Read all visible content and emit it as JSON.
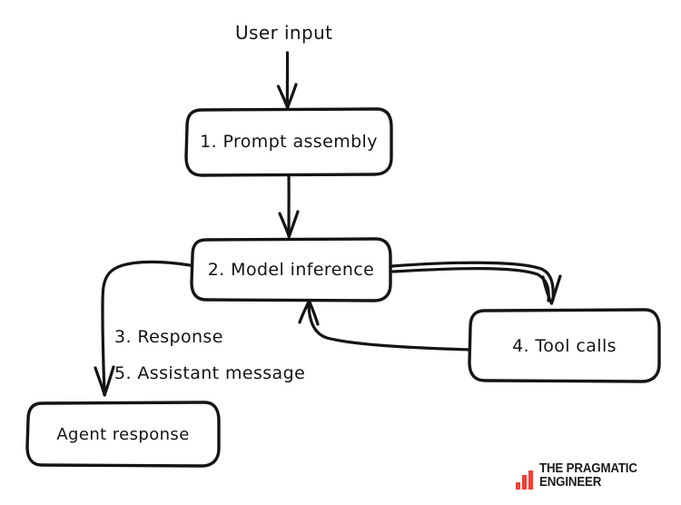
{
  "diagram": {
    "title_text": "User input",
    "background_color": "#ffffff",
    "stroke_color": "#141414",
    "nodes": [
      {
        "id": "prompt-assembly",
        "label": "1. Prompt assembly"
      },
      {
        "id": "model-inference",
        "label": "2. Model inference"
      },
      {
        "id": "tool-calls",
        "label": "4. Tool calls"
      },
      {
        "id": "agent-response",
        "label": "Agent response"
      }
    ],
    "edge_labels": [
      {
        "id": "response",
        "label": "3. Response"
      },
      {
        "id": "assistant-message",
        "label": "5. Assistant message"
      }
    ],
    "edges": [
      {
        "from": "user-input",
        "to": "prompt-assembly",
        "label": ""
      },
      {
        "from": "prompt-assembly",
        "to": "model-inference",
        "label": ""
      },
      {
        "from": "model-inference",
        "to": "tool-calls",
        "label": ""
      },
      {
        "from": "tool-calls",
        "to": "model-inference",
        "label": ""
      },
      {
        "from": "model-inference",
        "to": "agent-response",
        "label": "3. Response / 5. Assistant message"
      }
    ]
  },
  "brand": {
    "name": "THE PRAGMATIC ENGINEER",
    "accent_color": "#ef4136",
    "logo_icon": "bar-chart-icon"
  }
}
